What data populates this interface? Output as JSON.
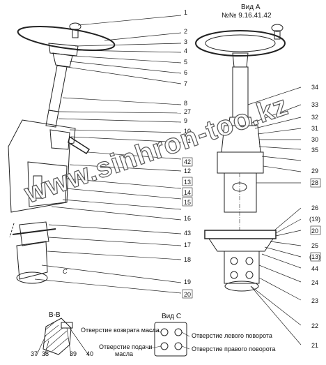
{
  "header": {
    "view_a": "Вид А",
    "doc_number": "№№ 9.16.41.42"
  },
  "left_callouts": [
    "1",
    "2",
    "3",
    "4",
    "5",
    "6",
    "7",
    "8",
    "27",
    "9",
    "10",
    "41",
    "42",
    "12",
    "13",
    "14",
    "15",
    "16",
    "43",
    "17",
    "18",
    "19",
    "20"
  ],
  "right_callouts": [
    "34",
    "33",
    "32",
    "31",
    "30",
    "35",
    "29",
    "28",
    "26",
    "(19)",
    "20",
    "25",
    "(13)",
    "44",
    "24",
    "23",
    "22",
    "21"
  ],
  "section_bb": {
    "title": "В-В",
    "callouts": [
      "37",
      "38",
      "39",
      "40"
    ]
  },
  "view_c": {
    "title": "Вид С",
    "labels": {
      "oil_return": "Отверстие возврата масла",
      "oil_supply_1": "Отверстие подачи",
      "oil_supply_2": "масла",
      "left_turn": "Отверстие левого поворота",
      "right_turn": "Отверстие правого поворота"
    }
  },
  "small_marks": {
    "c_mark": "С"
  },
  "watermark": "www.sinhron-too.kz"
}
